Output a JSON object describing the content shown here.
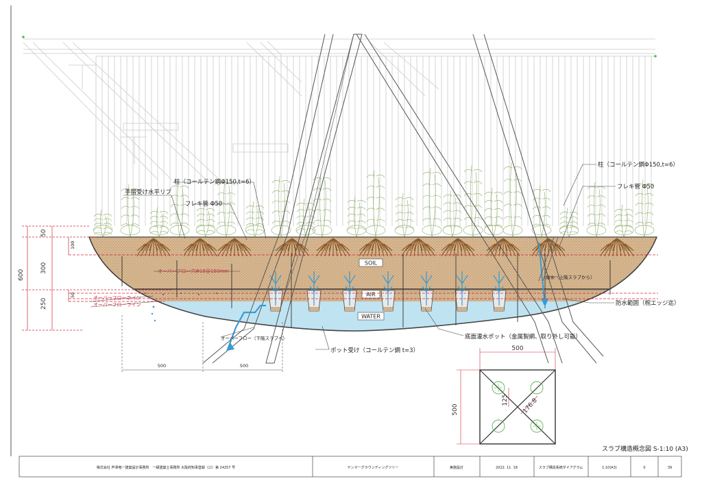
{
  "labels": {
    "handrail_rib": "手摺受け水平リブ",
    "column_left": "柱（コールテン鋼Φ150,t=6）",
    "flexible_pipe_left": "フレキ管 Φ50",
    "overflow_holes": "オーバーフロー穴Φ15@150mm",
    "overflow_line_1": "オーバーフローライン",
    "overflow_line_2": "オーバーフローライン",
    "overflow_down": "オーバーフロー（下階スラブへ）",
    "pot_receiver": "ポット受け（コールテン鋼 t=3）",
    "bottom_pot": "底面灌水ポット（金属製網、取り外し可能）",
    "column_right": "柱（コールテン鋼Φ150,t=6）",
    "flexible_pipe_right": "フレキ管 Φ50",
    "water_supply": "給水（上階スラブから）",
    "waterproof": "防水範囲（椀エッジ迄）",
    "soil": "SOIL",
    "air": "AIR",
    "water": "WATER"
  },
  "dimensions": {
    "total": "600",
    "d50_top": "50",
    "d300": "300",
    "d250": "250",
    "d100": "100",
    "d50_mid": "50",
    "b500_left": "500",
    "b500_right": "500",
    "plan_width": "500",
    "plan_height": "500",
    "plan_d125": "125",
    "plan_d176": "176.8"
  },
  "plan_title": "スラブ構造概念図 S-1:10 (A3)",
  "title_block": {
    "firm": "株式会社 芦澤竜一建築設計事務所　一級建築士事務所 大阪府知事登録（ロ）第 24257 号",
    "project": "ヤンマーグラウンディングツリー",
    "phase": "実施設計",
    "date": "2022. 11. 18",
    "drawing_title": "スラブ構造系統ダイアグラム",
    "scale": "1:10(A3)",
    "sheet_a": "0",
    "sheet_b": "39"
  },
  "colors": {
    "soil": "#d9b992",
    "water": "#bfe3f1",
    "red_dim": "#d4263a",
    "root": "#8b5a2b",
    "plant": "#9bb87a",
    "pipe": "#3a9bd3",
    "green_mark": "#5ab552"
  }
}
